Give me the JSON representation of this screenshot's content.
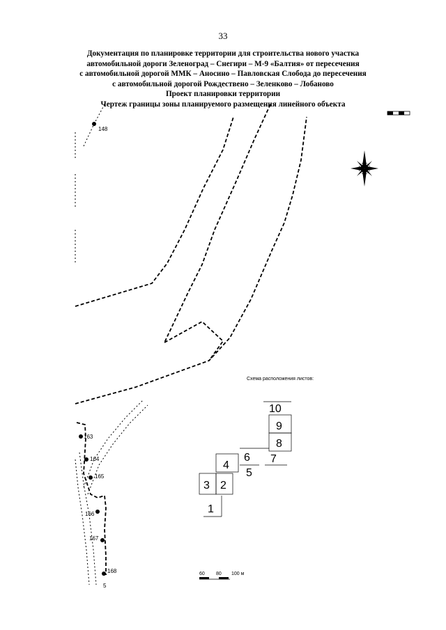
{
  "page_number": "33",
  "title_lines": [
    "Документация по планировке территории для строительства нового участка",
    "автомобильной дороги Зеленоград – Снегири – М-9 «Балтия» от пересечения",
    "с автомобильной дорогой ММК – Аносино – Павловская Слобода до пересечения",
    "с автомобильной дорогой Рождествено – Зеленково – Лобаново",
    "Проект планировки территории",
    "Чертеж границы зоны планируемого размещения линейного объекта"
  ],
  "points": [
    {
      "label": "148"
    },
    {
      "label": "163"
    },
    {
      "label": "164"
    },
    {
      "label": "165"
    },
    {
      "label": "166"
    },
    {
      "label": "167"
    },
    {
      "label": "168"
    }
  ],
  "bottom_mark": "5",
  "schema": {
    "title": "Схема расположения листов:",
    "sheets": [
      "10",
      "9",
      "8",
      "7",
      "6",
      "5",
      "4",
      "3",
      "2",
      "1"
    ]
  },
  "scale_bar": {
    "labels": [
      "60",
      "80",
      "100 м"
    ]
  },
  "colors": {
    "line": "#000000",
    "background": "#ffffff"
  }
}
